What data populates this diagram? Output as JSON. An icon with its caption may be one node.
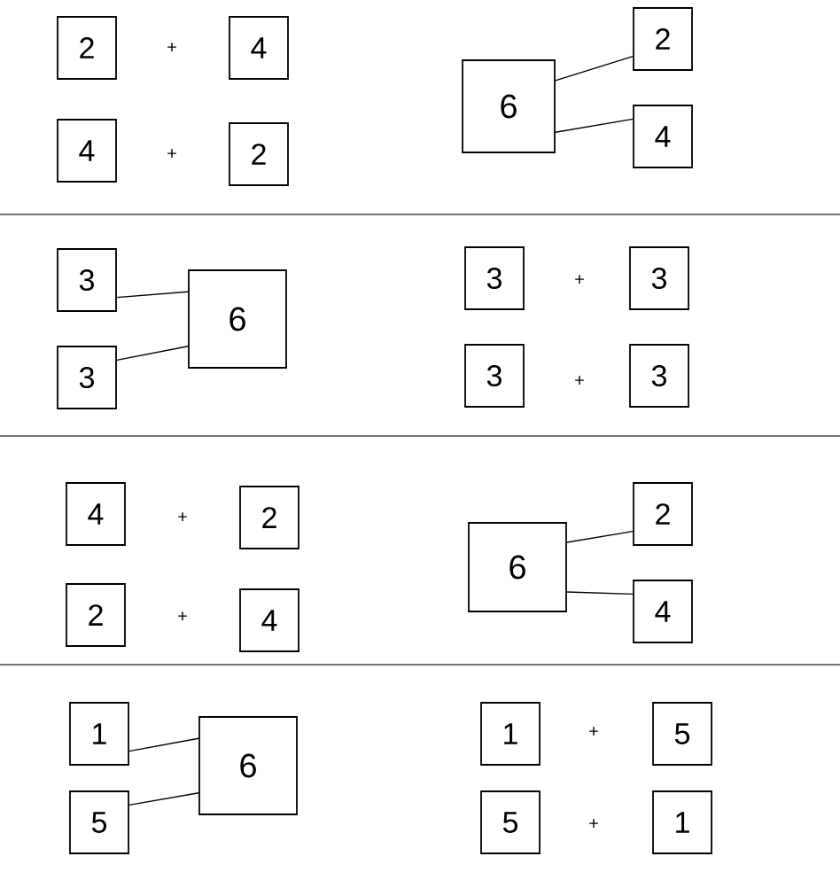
{
  "diagram": {
    "nodes": [
      {
        "text": [
          "2"
        ]
      },
      {
        "text": [
          "4"
        ]
      },
      {
        "text": [
          "4"
        ]
      },
      {
        "text": [
          "2"
        ]
      },
      {
        "text": [
          "6"
        ]
      },
      {
        "text": [
          "2"
        ]
      },
      {
        "text": [
          "4"
        ]
      },
      {
        "text": [
          "3"
        ]
      },
      {
        "text": [
          "3"
        ]
      },
      {
        "text": [
          "6"
        ]
      },
      {
        "text": [
          "3"
        ]
      },
      {
        "text": [
          "3"
        ]
      },
      {
        "text": [
          "3"
        ]
      },
      {
        "text": [
          "3"
        ]
      },
      {
        "text": [
          "4"
        ]
      },
      {
        "text": [
          "2"
        ]
      },
      {
        "text": [
          "2"
        ]
      },
      {
        "text": [
          "4"
        ]
      },
      {
        "text": [
          "6"
        ]
      },
      {
        "text": [
          "2"
        ]
      },
      {
        "text": [
          "4"
        ]
      },
      {
        "text": [
          "1"
        ]
      },
      {
        "text": [
          "5"
        ]
      },
      {
        "text": [
          "6"
        ]
      },
      {
        "text": [
          "1"
        ]
      },
      {
        "text": [
          "5"
        ]
      },
      {
        "text": [
          "5"
        ]
      },
      {
        "text": [
          "1"
        ]
      }
    ],
    "edges": [
      {
        "from": 4,
        "to": 5,
        "arrow": "none"
      },
      {
        "from": 4,
        "to": 6,
        "arrow": "none"
      },
      {
        "from": 7,
        "to": 9,
        "arrow": "none"
      },
      {
        "from": 8,
        "to": 9,
        "arrow": "none"
      },
      {
        "from": 18,
        "to": 19,
        "arrow": "none"
      },
      {
        "from": 18,
        "to": 20,
        "arrow": "none"
      },
      {
        "from": 21,
        "to": 23,
        "arrow": "none"
      },
      {
        "from": 22,
        "to": 23,
        "arrow": "none"
      }
    ],
    "labels": [
      "+",
      "+",
      "+",
      "+",
      "+",
      "+",
      "+",
      "+"
    ]
  }
}
